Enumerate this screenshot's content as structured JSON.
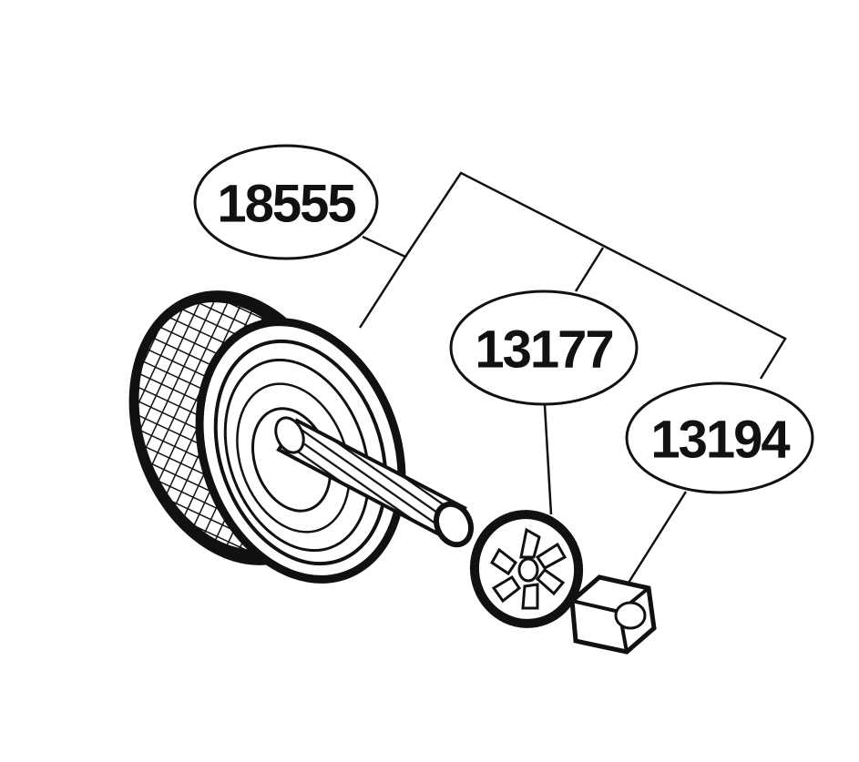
{
  "parts": [
    {
      "id": "part-18555",
      "number": "18555"
    },
    {
      "id": "part-13177",
      "number": "13177"
    },
    {
      "id": "part-13194",
      "number": "13194"
    }
  ],
  "colors": {
    "ink": "#111111",
    "background": "#ffffff"
  }
}
